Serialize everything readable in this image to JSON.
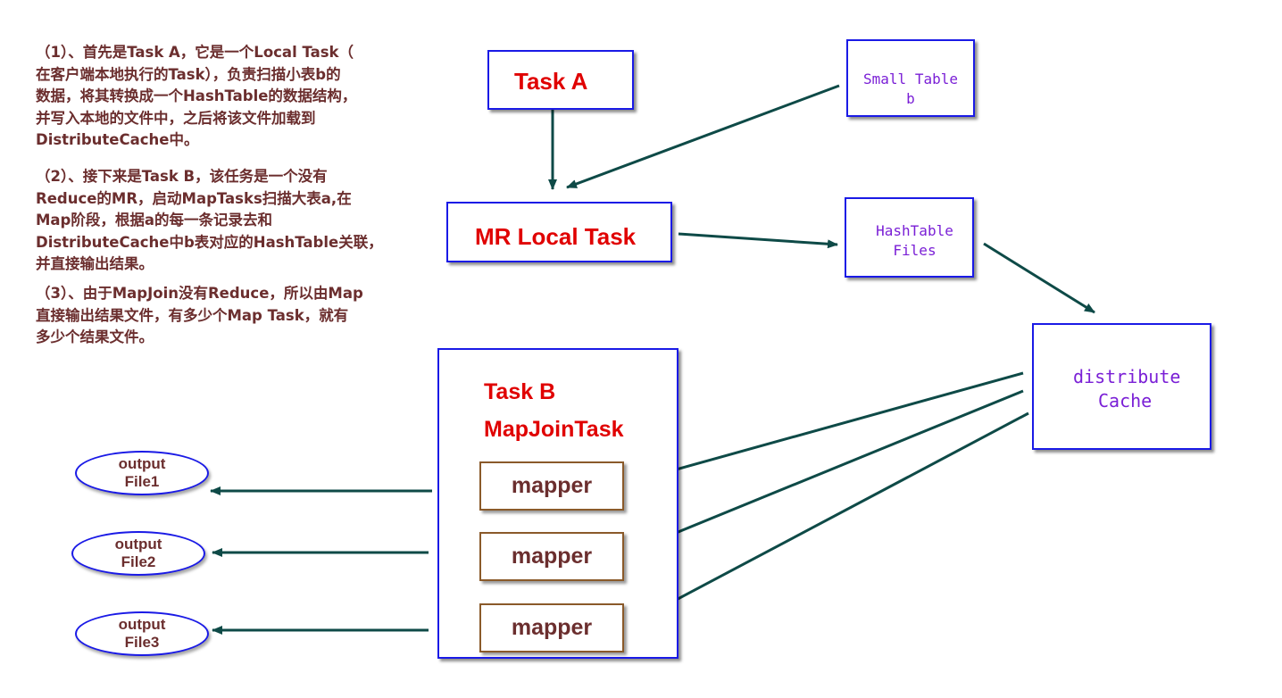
{
  "notes": [
    [
      "（1）、首先是Task A，它是一个Local Task（",
      "在客户端本地执行的Task），负责扫描小表b的",
      "数据，将其转换成一个HashTable的数据结构，",
      "并写入本地的文件中，之后将该文件加载到",
      "DistributeCache中。"
    ],
    [
      "（2）、接下来是Task B，该任务是一个没有",
      "Reduce的MR，启动MapTasks扫描大表a,在",
      "Map阶段，根据a的每一条记录去和",
      "DistributeCache中b表对应的HashTable关联，",
      "并直接输出结果。"
    ],
    [
      "（3）、由于MapJoin没有Reduce，所以由Map",
      "直接输出结果文件，有多少个Map Task，就有",
      "多少个结果文件。"
    ]
  ],
  "nodes": {
    "task_a": "Task A",
    "small_table": [
      "Small Table",
      "b"
    ],
    "mr_local_task": "MR Local Task",
    "hashtable_files": [
      "HashTable",
      "Files"
    ],
    "distribute_cache": [
      "distribute",
      "Cache"
    ],
    "task_b": [
      "Task B",
      "MapJoinTask"
    ],
    "mappers": [
      "mapper",
      "mapper",
      "mapper"
    ],
    "outputs": [
      [
        "output",
        "File1"
      ],
      [
        "output",
        "File2"
      ],
      [
        "output",
        "File3"
      ]
    ]
  },
  "colors": {
    "box_border": "#1a1ae6",
    "title_red": "#e00000",
    "mono_purple": "#7a1fd6",
    "note_brown": "#6b2e2e",
    "arrow": "#0e4a47",
    "mapper_border": "#8a5a2a"
  }
}
